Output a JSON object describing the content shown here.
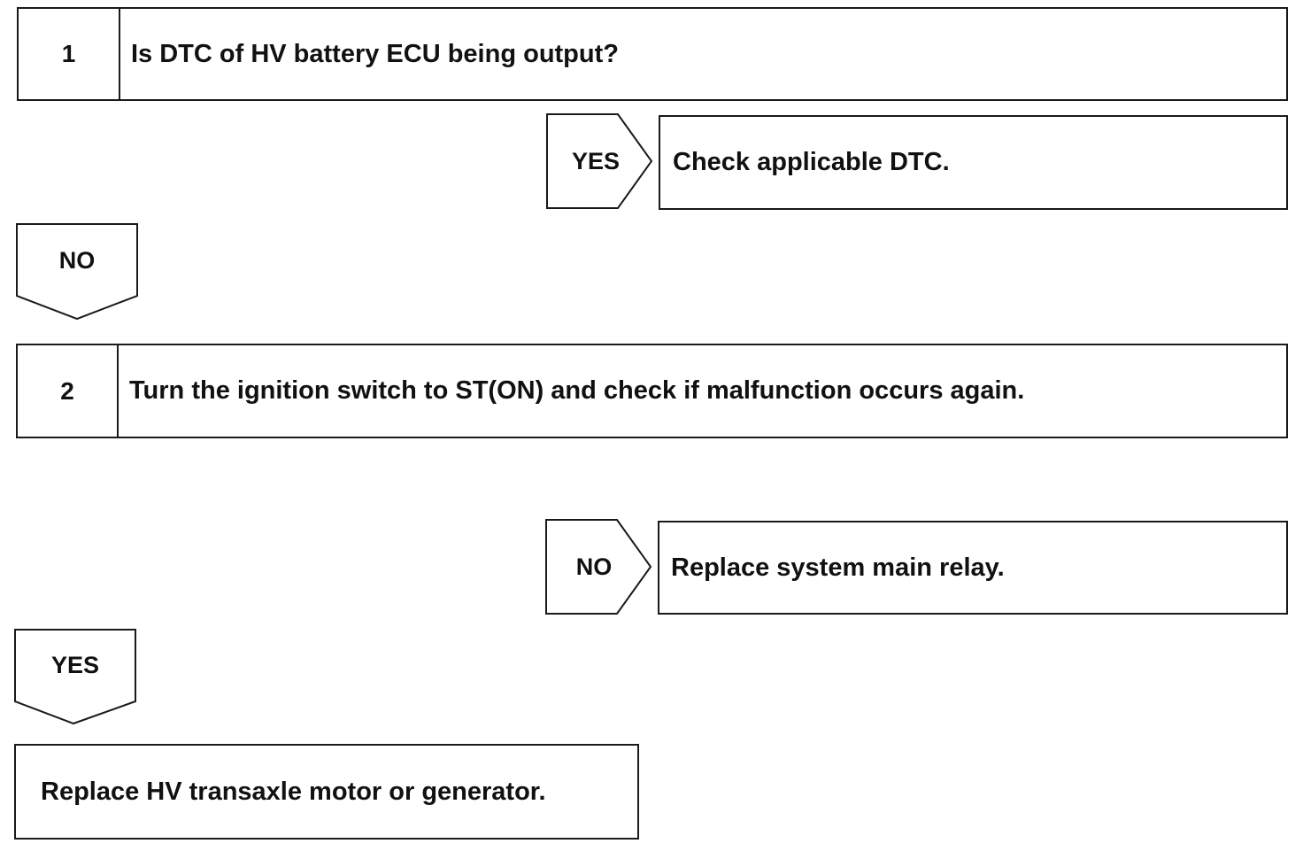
{
  "steps": [
    {
      "number": "1",
      "text": "Is DTC of HV battery ECU being output?"
    },
    {
      "number": "2",
      "text": "Turn the ignition switch to ST(ON) and check if malfunction occurs again."
    }
  ],
  "step1": {
    "yes_label": "YES",
    "yes_result": "Check applicable DTC.",
    "no_label": "NO"
  },
  "step2": {
    "no_label": "NO",
    "no_result": "Replace system main relay.",
    "yes_label": "YES",
    "yes_result": "Replace HV transaxle motor or generator."
  }
}
